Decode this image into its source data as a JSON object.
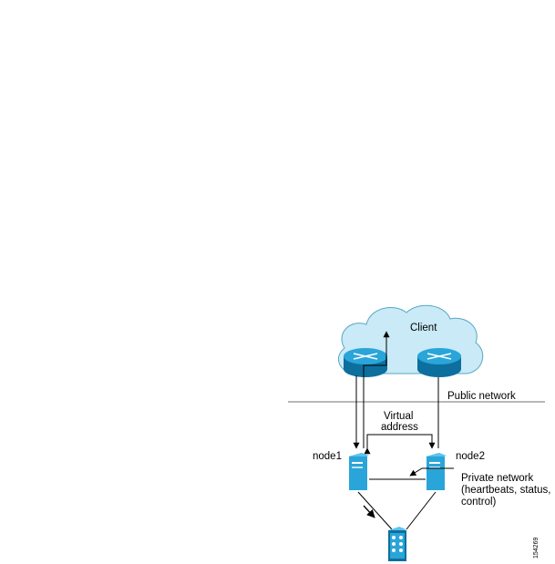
{
  "labels": {
    "client": "Client",
    "public_network": "Public network",
    "virtual_address_line1": "Virtual",
    "virtual_address_line2": "address",
    "node1": "node1",
    "node2": "node2",
    "private_network_line1": "Private network",
    "private_network_line2": "(heartbeats, status,",
    "private_network_line3": "control)",
    "figure_id": "154269"
  },
  "icons": {
    "cloud": "cloud-icon",
    "router_left": "router-icon",
    "router_right": "router-icon",
    "server_node1": "server-icon",
    "server_node2": "server-icon",
    "shared_storage": "storage-array-icon"
  },
  "colors": {
    "cloud_fill": "#c9eaf6",
    "cloud_stroke": "#57a7c6",
    "device_light": "#2aa5d9",
    "device_dark": "#0d6f9e",
    "line": "#000000",
    "divider": "#707070"
  }
}
